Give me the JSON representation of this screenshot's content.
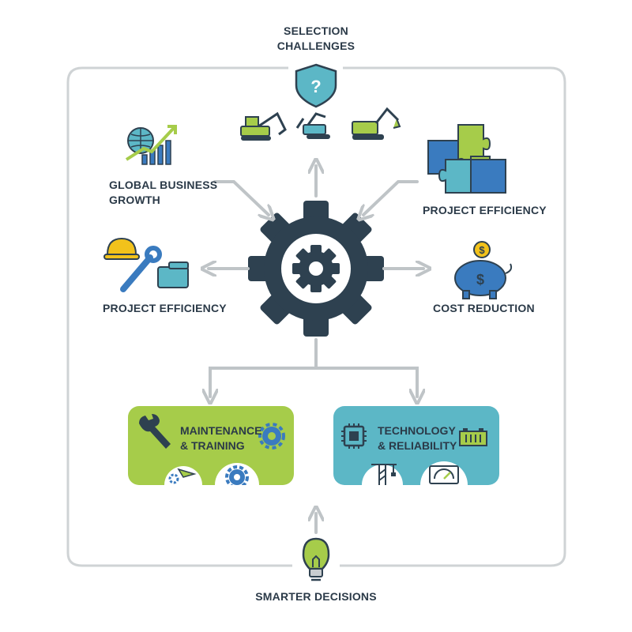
{
  "diagram": {
    "top": {
      "line1": "SELECTION",
      "line2": "CHALLENGES"
    },
    "bottom": {
      "label": "SMARTER DECISIONS"
    },
    "nodes": {
      "global_growth": {
        "line1": "GLOBAL BUSINESS",
        "line2": "GROWTH"
      },
      "efficiency_right": {
        "label": "PROJECT EFFICIENCY"
      },
      "efficiency_left": {
        "label": "PROJECT EFFICIENCY"
      },
      "cost_reduction": {
        "label": "COST REDUCTION"
      }
    },
    "boxes": {
      "maintenance": {
        "line1": "MAINTENANCE",
        "line2": "& TRAINING"
      },
      "technology": {
        "line1": "TECHNOLOGY",
        "line2": "& RELIABILITY"
      }
    }
  },
  "colors": {
    "navy": "#2e4150",
    "green": "#a6cc4a",
    "teal": "#5cb7c6",
    "blue": "#3a7bbf",
    "gray": "#c9cdd0",
    "yellow": "#f2c21b"
  },
  "icons": [
    "question-shield-icon",
    "excavator-icon",
    "globe-growth-chart-icon",
    "puzzle-icon",
    "hardhat-wrench-icon",
    "piggy-bank-icon",
    "gear-icon",
    "wrench-icon",
    "chip-icon",
    "battery-icon",
    "crane-icon",
    "gauge-icon",
    "lightbulb-icon"
  ]
}
